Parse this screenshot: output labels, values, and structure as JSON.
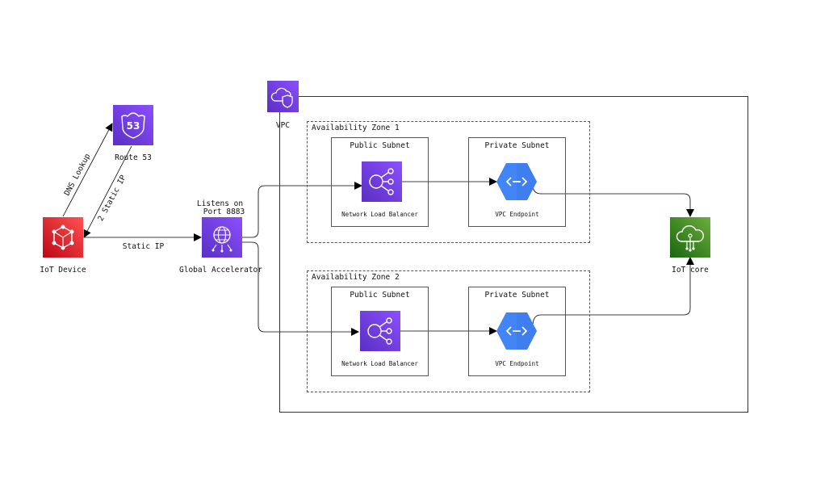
{
  "vpc": {
    "label": "VPC",
    "icon": "vpc-shield-cloud-icon"
  },
  "zones": [
    {
      "label": "Availability Zone 1",
      "public_subnet": {
        "label": "Public Subnet",
        "service": "Network Load Balancer"
      },
      "private_subnet": {
        "label": "Private Subnet",
        "service": "VPC Endpoint"
      }
    },
    {
      "label": "Availability Zone 2",
      "public_subnet": {
        "label": "Public Subnet",
        "service": "Network Load Balancer"
      },
      "private_subnet": {
        "label": "Private Subnet",
        "service": "VPC Endpoint"
      }
    }
  ],
  "nodes": {
    "iot_device": {
      "label": "IoT Device",
      "color": "#dd344c"
    },
    "route53": {
      "label": "Route 53",
      "badge": "53",
      "color": "#8c4fff"
    },
    "global_accelerator": {
      "label": "Global Accelerator",
      "note_line1": "Listens on",
      "note_line2": "Port 8883",
      "color": "#8c4fff"
    },
    "iot_core": {
      "label": "IoT core",
      "color": "#3f8624"
    }
  },
  "edges": {
    "dns_lookup": "DNS Lookup",
    "static_ip_2": "2 Static IP",
    "static_ip": "Static IP"
  },
  "colors": {
    "vpc_endpoint": "#4285f4",
    "line": "#000000"
  }
}
